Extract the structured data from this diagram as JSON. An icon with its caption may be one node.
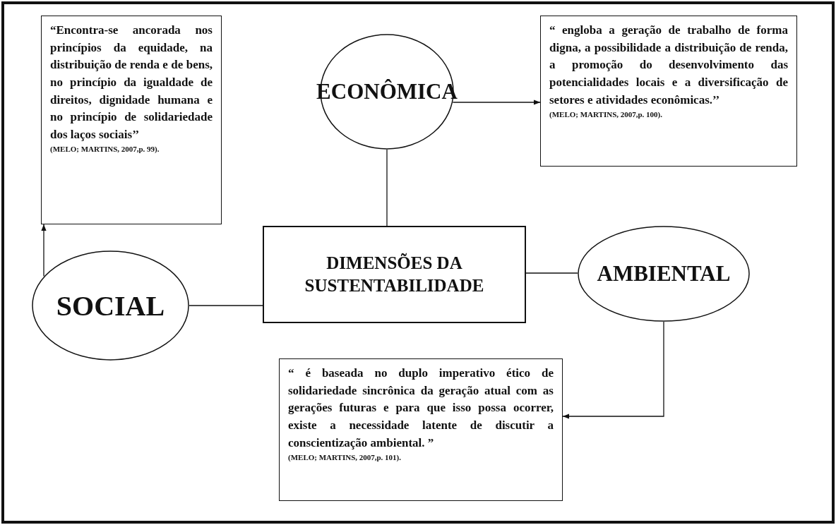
{
  "diagram": {
    "nodes": [
      {
        "text": [
          "“Encontra-se ancorada nos princípios da equidade, na distribuição de renda e de bens, no princípio da igualdade de direitos, dignidade humana e no princípio de solidariedade dos laços sociais’’",
          "(MELO; MARTINS, 2007,p. 99)."
        ]
      },
      {
        "text": [
          "ECONÔMICA"
        ]
      },
      {
        "text": [
          "“ engloba a geração de trabalho de forma digna, a possibilidade a distribuição de renda, a promoção do desenvolvimento das potencialidades locais e a diversificação de setores e atividades econômicas.’’",
          "(MELO; MARTINS, 2007,p. 100)."
        ]
      },
      {
        "text": [
          "DIMENSÕES DA SUSTENTABILIDADE"
        ]
      },
      {
        "text": [
          "SOCIAL"
        ]
      },
      {
        "text": [
          "AMBIENTAL"
        ]
      },
      {
        "text": [
          "“ é baseada no duplo imperativo ético de solidariedade sincrônica da geração atual com as gerações futuras e para que isso possa ocorrer, existe a necessidade latente de discutir a conscientização ambiental. ”",
          "(MELO; MARTINS, 2007,p. 101)."
        ]
      }
    ],
    "edges": [
      {
        "from": 1,
        "to": 2,
        "arrow": "to"
      },
      {
        "from": 4,
        "to": 0,
        "arrow": "to"
      },
      {
        "from": 1,
        "to": 3,
        "arrow": "none"
      },
      {
        "from": 4,
        "to": 3,
        "arrow": "none"
      },
      {
        "from": 3,
        "to": 5,
        "arrow": "none"
      },
      {
        "from": 5,
        "to": 6,
        "arrow": "to"
      }
    ]
  }
}
